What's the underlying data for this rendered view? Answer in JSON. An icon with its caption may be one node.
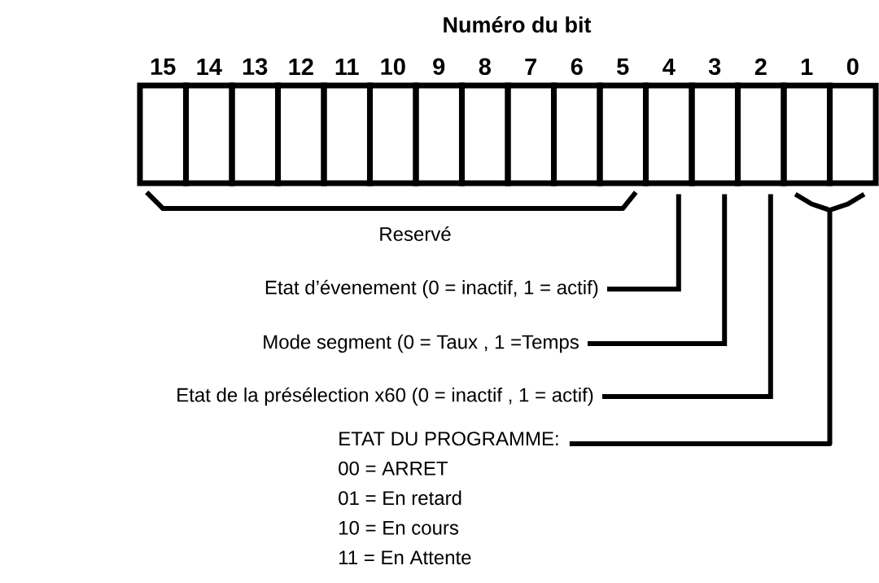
{
  "diagram": {
    "title": "Numéro du bit",
    "nodes": [
      {
        "text": [
          "15"
        ]
      },
      {
        "text": [
          "14"
        ]
      },
      {
        "text": [
          "13"
        ]
      },
      {
        "text": [
          "12"
        ]
      },
      {
        "text": [
          "11"
        ]
      },
      {
        "text": [
          "10"
        ]
      },
      {
        "text": [
          "9"
        ]
      },
      {
        "text": [
          "8"
        ]
      },
      {
        "text": [
          "7"
        ]
      },
      {
        "text": [
          "6"
        ]
      },
      {
        "text": [
          "5"
        ]
      },
      {
        "text": [
          "4"
        ]
      },
      {
        "text": [
          "3"
        ]
      },
      {
        "text": [
          "2"
        ]
      },
      {
        "text": [
          "1"
        ]
      },
      {
        "text": [
          "0"
        ]
      },
      {
        "text": [
          "Etat d’évenement (0 = inactif, 1 = actif)"
        ]
      },
      {
        "text": [
          "Mode segment (0 = Taux , 1 =Temps"
        ]
      },
      {
        "text": [
          "Etat de la présélection x60 (0 = inactif , 1 = actif)"
        ]
      },
      {
        "text": [
          "ETAT DU PROGRAMME:",
          "00 = ARRET",
          "01 = En retard",
          "10 = En cours",
          "11 = En Attente"
        ]
      }
    ],
    "edges": [
      {
        "from": 16,
        "to": 11,
        "arrow": "none"
      },
      {
        "from": 17,
        "to": 12,
        "arrow": "none"
      },
      {
        "from": 18,
        "to": 13,
        "arrow": "none"
      },
      {
        "from": 19,
        "to": 14,
        "arrow": "none"
      },
      {
        "from": 19,
        "to": 15,
        "arrow": "none"
      }
    ],
    "labels": [
      "Reservé"
    ]
  }
}
